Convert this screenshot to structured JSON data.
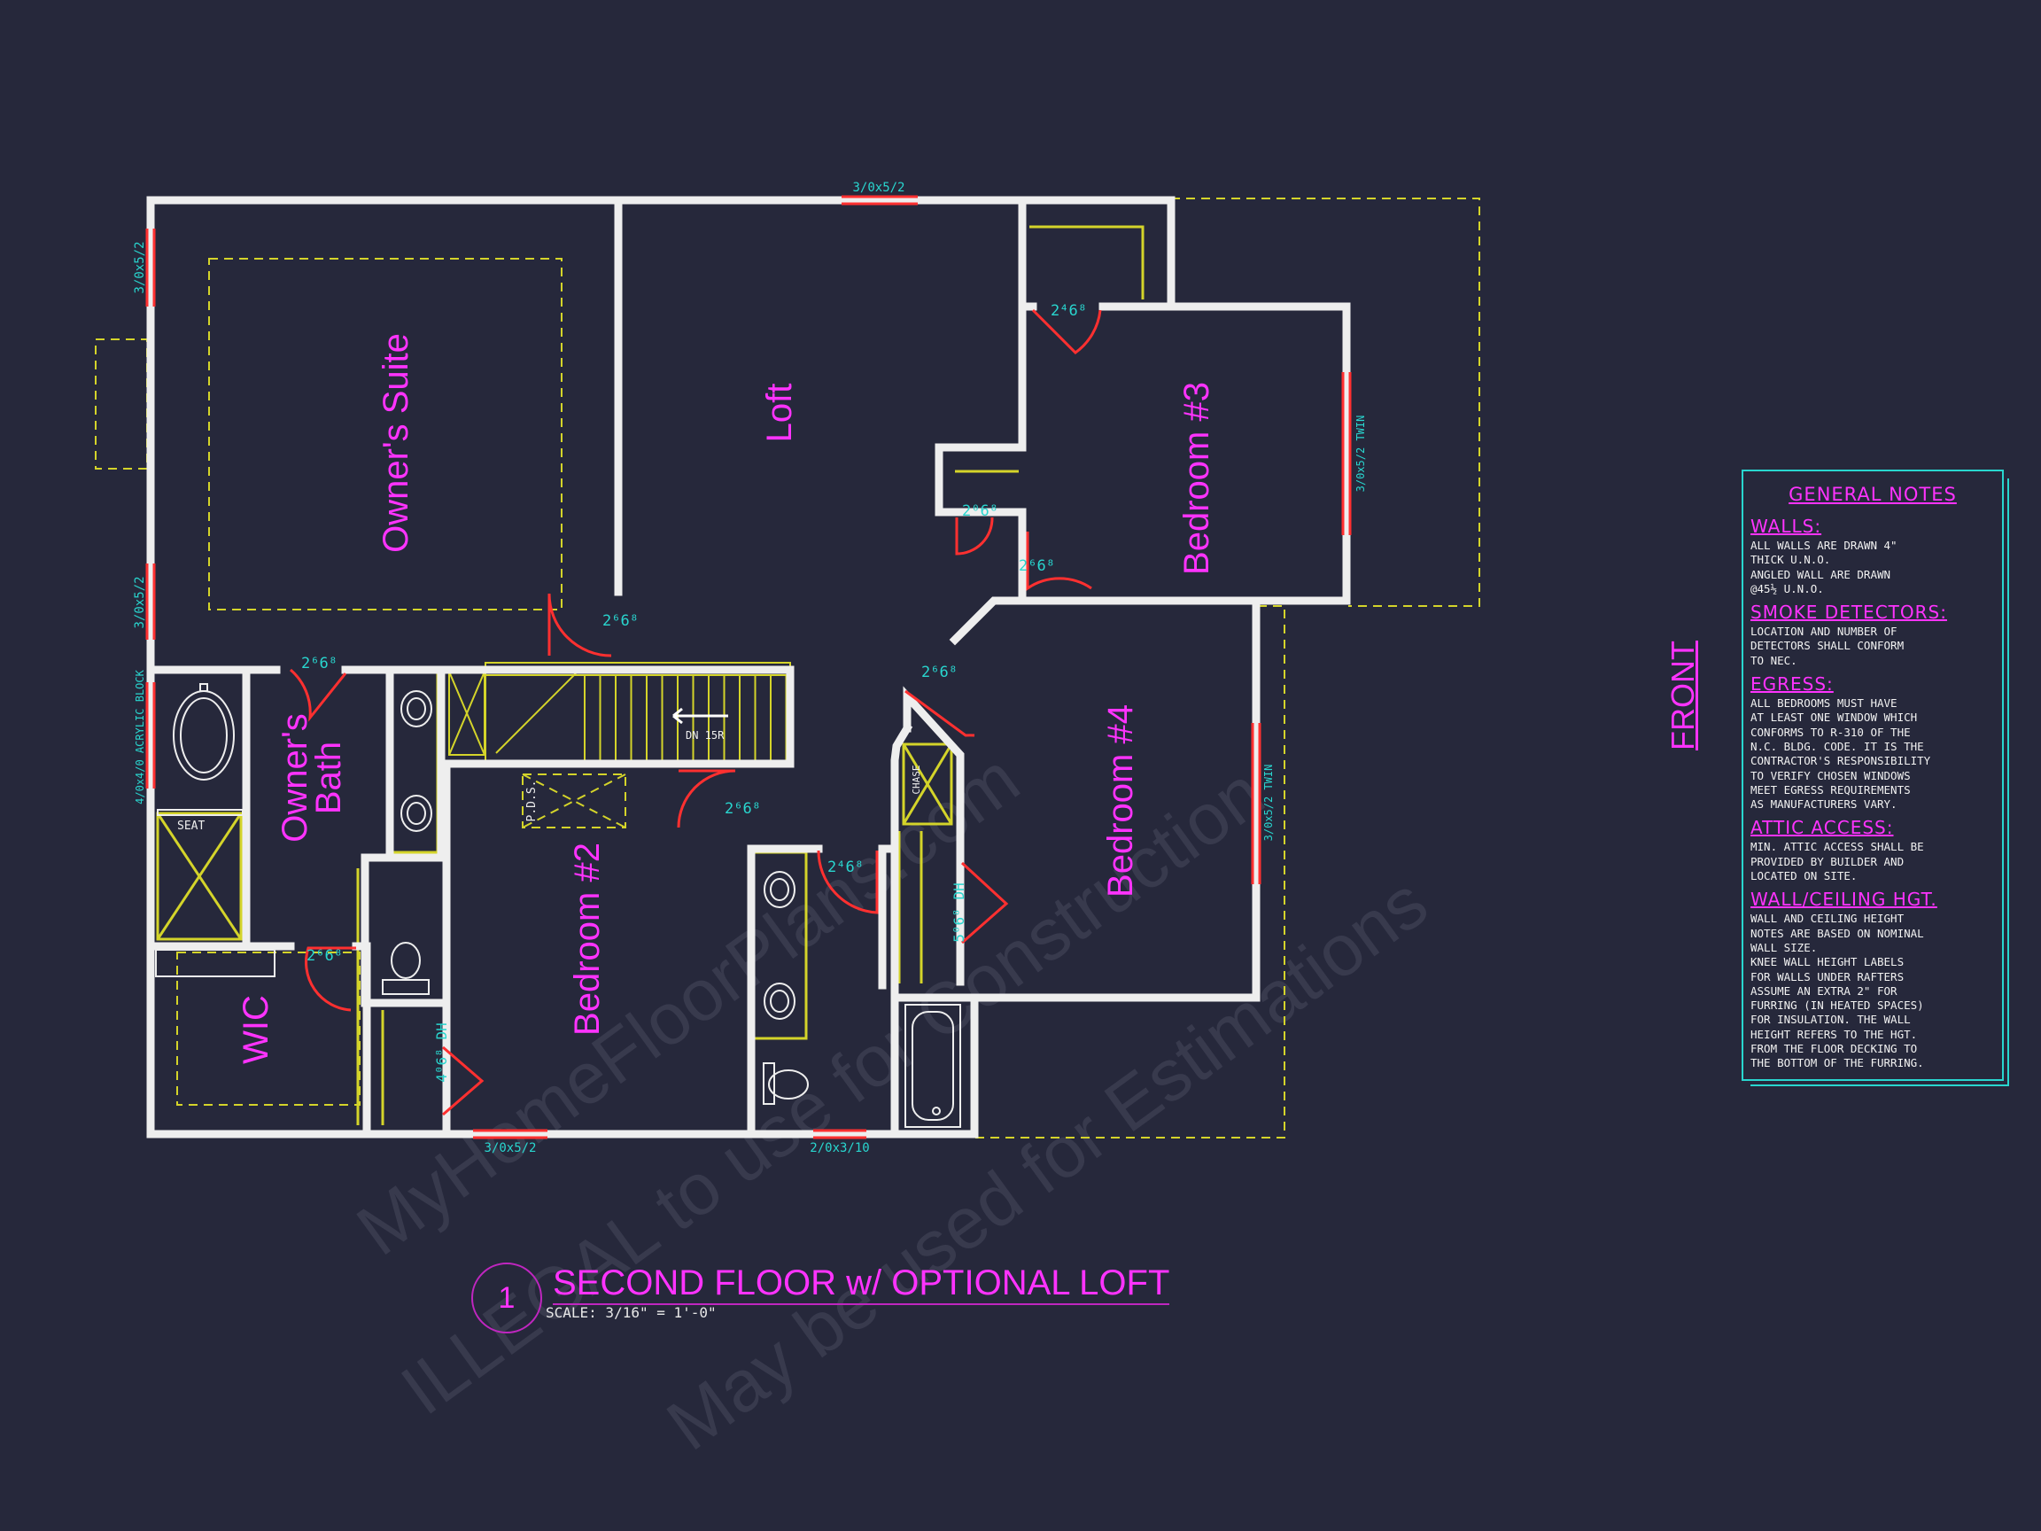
{
  "rooms": {
    "owners_suite": "Owner's Suite",
    "loft": "Loft",
    "bedroom3": "Bedroom #3",
    "bedroom4": "Bedroom #4",
    "bedroom2": "Bedroom #2",
    "owners_bath_line1": "Owner's",
    "owners_bath_line2": "Bath",
    "wic": "WIC"
  },
  "labels": {
    "win_top": "3/0x5/2",
    "win_left1": "3/0x5/2",
    "win_left2": "3/0x5/2",
    "win_left3": "4/0x4/0 ACRYLIC BLOCK",
    "win_bed3": "3/0x5/2 TWIN",
    "win_bed4": "3/0x5/2 TWIN",
    "win_bottom1": "3/0x5/2",
    "win_bottom2": "2/0x3/10",
    "win_dh1": "4⁰6⁸ DH",
    "win_dh2": "5⁰6⁸ DH",
    "door_suite": "2⁶6⁸",
    "door_bath": "2⁶6⁸",
    "door_wic": "2⁶6⁸",
    "door_bed3_closet": "2⁴6⁸",
    "door_loft_closet": "2⁰6⁸",
    "door_bed3": "2⁶6⁸",
    "door_bed4": "2⁶6⁸",
    "door_bed2": "2⁶6⁸",
    "door_bath2": "2⁴6⁸",
    "stair": "DN 15R",
    "seat": "SEAT",
    "chase": "CHASE",
    "pds": "P.D.S."
  },
  "notes": {
    "title": "GENERAL NOTES",
    "sections": [
      {
        "heading": "WALLS:",
        "body": "ALL WALLS ARE DRAWN 4\"\nTHICK U.N.O.\nANGLED WALL ARE DRAWN\n@45½ U.N.O."
      },
      {
        "heading": "SMOKE DETECTORS:",
        "body": "LOCATION AND NUMBER OF\nDETECTORS SHALL CONFORM\nTO NEC."
      },
      {
        "heading": "EGRESS:",
        "body": "ALL BEDROOMS MUST HAVE\nAT LEAST ONE WINDOW WHICH\nCONFORMS TO R-310 OF THE\nN.C. BLDG. CODE. IT IS THE\nCONTRACTOR'S RESPONSIBILITY\nTO VERIFY CHOSEN WINDOWS\nMEET EGRESS REQUIREMENTS\nAS MANUFACTURERS VARY."
      },
      {
        "heading": "ATTIC ACCESS:",
        "body": "MIN. ATTIC ACCESS SHALL BE\nPROVIDED BY BUILDER AND\nLOCATED ON SITE."
      },
      {
        "heading": "WALL/CEILING HGT.",
        "body": "WALL AND CEILING HEIGHT\nNOTES ARE BASED ON NOMINAL\nWALL SIZE.\nKNEE WALL HEIGHT LABELS\nFOR WALLS UNDER RAFTERS\nASSUME AN EXTRA 2\" FOR\nFURRING (IN HEATED SPACES)\nFOR INSULATION. THE WALL\nHEIGHT REFERS TO THE HGT.\nFROM THE FLOOR DECKING TO\nTHE BOTTOM OF THE FURRING."
      }
    ]
  },
  "front": "FRONT",
  "title_block": {
    "number": "1",
    "title": "SECOND FLOOR w/ OPTIONAL LOFT",
    "scale": "SCALE: 3/16\" = 1'-0\""
  },
  "watermark": {
    "line1": "ILLEGAL to use for Construction",
    "line2": "MyHomeFloorPlans.com",
    "line3": "May be used for Estimations"
  },
  "colors": {
    "background": "#26283b",
    "wall": "#eeeeee",
    "room_label": "#ff33ff",
    "dim_label": "#29d6cf",
    "door": "#ff3333",
    "dashed": "#d4d42a"
  }
}
